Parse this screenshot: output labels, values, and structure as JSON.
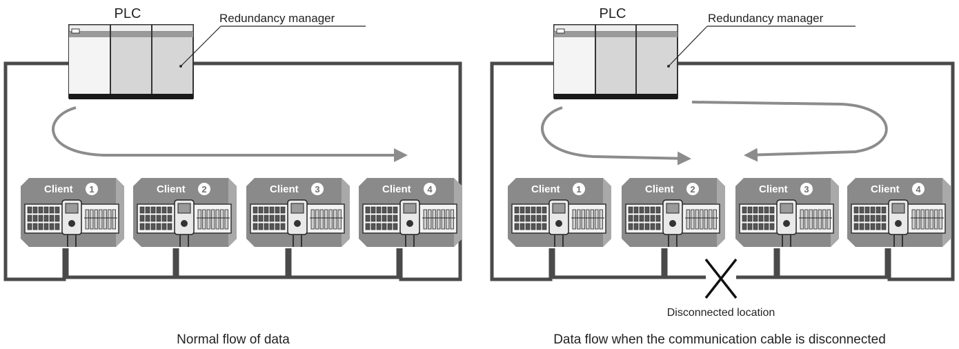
{
  "colors": {
    "cable": "#4a4a4a",
    "arrow": "#8c8c8c",
    "client_box": "#8a8a8a",
    "plc_body": "#d6d6d6"
  },
  "panels": [
    {
      "plc_label": "PLC",
      "manager_label": "Redundancy manager",
      "caption": "Normal flow of data",
      "disconnected": false,
      "clients": [
        {
          "label": "Client",
          "number": "1"
        },
        {
          "label": "Client",
          "number": "2"
        },
        {
          "label": "Client",
          "number": "3"
        },
        {
          "label": "Client",
          "number": "4"
        }
      ]
    },
    {
      "plc_label": "PLC",
      "manager_label": "Redundancy manager",
      "caption": "Data flow when the communication cable is disconnected",
      "disconnected": true,
      "disconnected_label": "Disconnected location",
      "clients": [
        {
          "label": "Client",
          "number": "1"
        },
        {
          "label": "Client",
          "number": "2"
        },
        {
          "label": "Client",
          "number": "3"
        },
        {
          "label": "Client",
          "number": "4"
        }
      ]
    }
  ]
}
